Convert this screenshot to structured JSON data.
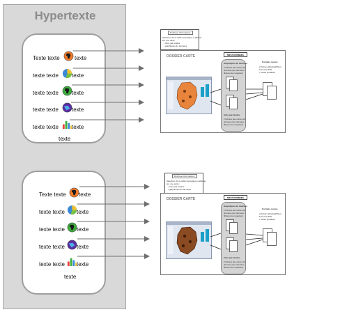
{
  "sidebar": {
    "title": "Hypertexte"
  },
  "panels": [
    {
      "rows": [
        {
          "before": "Texte texte",
          "after": "texte",
          "icon": "africa-map-icon"
        },
        {
          "before": "texte texte",
          "after": "texte",
          "icon": "pie-chart-icon"
        },
        {
          "before": "texte texte",
          "after": "texte",
          "icon": "africa-map-icon"
        },
        {
          "before": "texte texte",
          "after": "texte",
          "icon": "globe-icon"
        },
        {
          "before": "texte texte",
          "after": "texte",
          "icon": "bar-chart-icon"
        }
      ],
      "footer": "texte"
    },
    {
      "rows": [
        {
          "before": "Texte texte",
          "after": "texte",
          "icon": "africa-map-icon"
        },
        {
          "before": "texte texte",
          "after": "texte",
          "icon": "pie-chart-icon"
        },
        {
          "before": "texte texte",
          "after": "texte",
          "icon": "africa-map-icon"
        },
        {
          "before": "texte texte",
          "after": "texte",
          "icon": "globe-icon"
        },
        {
          "before": "texte texte",
          "after": "texte",
          "icon": "bar-chart-icon"
        }
      ],
      "footer": "texte"
    }
  ],
  "thumbnails": [
    {
      "note_title": "Rubrique Informations",
      "note_lines": [
        "Sélection d'une table thématique à afficher",
        "sur une carte :",
        "• Infos par études",
        "• graphiques de données"
      ],
      "doc_title": "DOSSIER CARTE",
      "meta_label": "META DONNEES",
      "pill_title": "Graphiques de données",
      "pill_lines": [
        "2 fichiers des carres de",
        "données (les données",
        "filtrées des requêtes)"
      ],
      "pill_bottom": "Infos par études",
      "pill_bottom_lines": [
        "2 fichiers des carres de",
        "données (les données",
        "filtrées des requêtes)"
      ],
      "right_title": "Formats ouvrés",
      "right_lines": [
        "2 fichiers Word/pdf/html",
        "Format HTML",
        "• cartes plotables"
      ]
    },
    {
      "note_title": "Rubrique Informations",
      "note_lines": [
        "Sélection d'une table thématique à afficher",
        "sur une carte :",
        "• Infos par études",
        "• graphiques de données"
      ],
      "doc_title": "DOSSIER CARTE",
      "meta_label": "META DONNEES",
      "pill_title": "Graphiques de données",
      "pill_lines": [
        "2 fichiers des carres de",
        "données (les données",
        "filtrées des requêtes)"
      ],
      "pill_bottom": "Infos par études",
      "pill_bottom_lines": [
        "2 fichiers des carres de",
        "données (les données",
        "filtrées des requêtes)"
      ],
      "right_title": "Formats ouvrés",
      "right_lines": [
        "2 fichiers Word/pdf/html",
        "Format HTML",
        "• cartes plotables"
      ]
    }
  ],
  "colors": {
    "sidebar_bg": "#d9d9d9",
    "title_gray": "#8c8c8c",
    "arrow_gray": "#6e6e6e",
    "map_orange": "#e8843c"
  }
}
